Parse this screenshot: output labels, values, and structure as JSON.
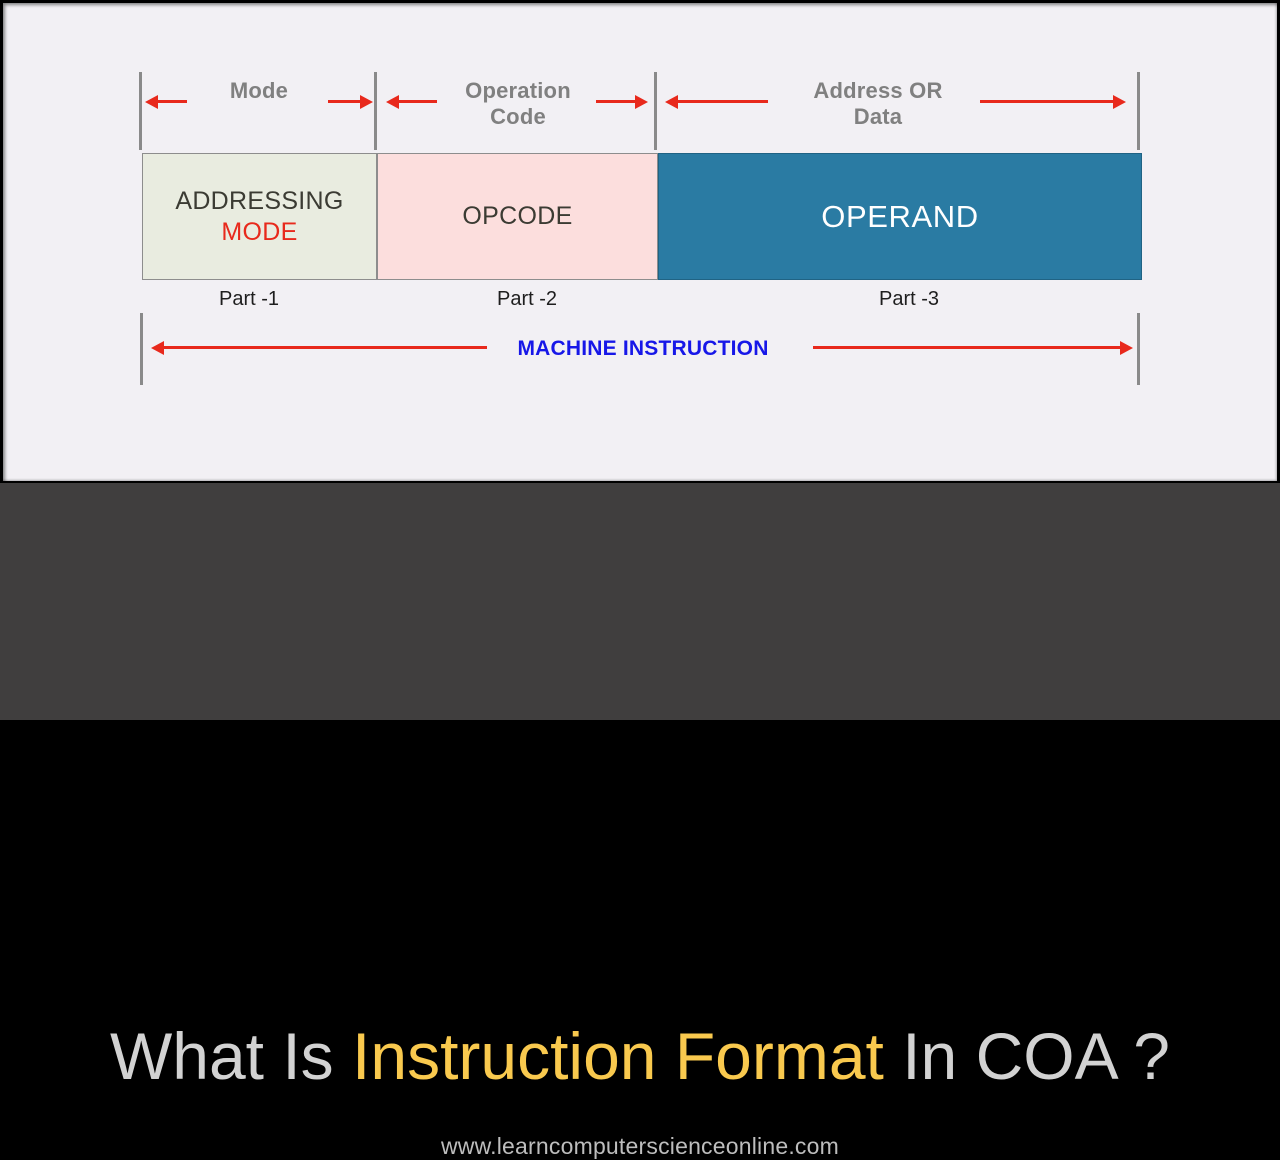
{
  "diagram": {
    "column_labels": [
      {
        "id": "mode",
        "lines": [
          "Mode"
        ]
      },
      {
        "id": "operation-code",
        "lines": [
          "Operation",
          "Code"
        ]
      },
      {
        "id": "address-or-data",
        "lines": [
          "Address OR",
          "Data"
        ]
      }
    ],
    "label_mode": "Mode",
    "label_operation": "Operation",
    "label_code": "Code",
    "label_address_or": "Address OR",
    "label_data": "Data",
    "boxes": {
      "mode": {
        "line1": "ADDRESSING",
        "line2": "MODE",
        "fill": "#e9ece0"
      },
      "opcode": {
        "line1": "OPCODE",
        "fill": "#fcdedd"
      },
      "operand": {
        "line1": "OPERAND",
        "fill": "#2a7ba3"
      }
    },
    "part_labels": {
      "part1": "Part -1",
      "part2": "Part -2",
      "part3": "Part -3"
    },
    "machine_instruction_label": "MACHINE INSTRUCTION",
    "colors": {
      "arrow_red": "#e8291c",
      "tick_gray": "#8a8a8a",
      "label_gray": "#808080",
      "machine_blue": "#1717e8",
      "panel_bg": "#f2f0f4"
    }
  },
  "footer": {
    "title_part1": "What Is ",
    "title_accent1": "Instruction Format",
    "title_part2": " In COA ?",
    "title_full": "What Is  Instruction Format In COA ?",
    "url": "www.learncomputerscienceonline.com",
    "accent_color": "#f9c94e",
    "band_color": "#403e3e"
  }
}
